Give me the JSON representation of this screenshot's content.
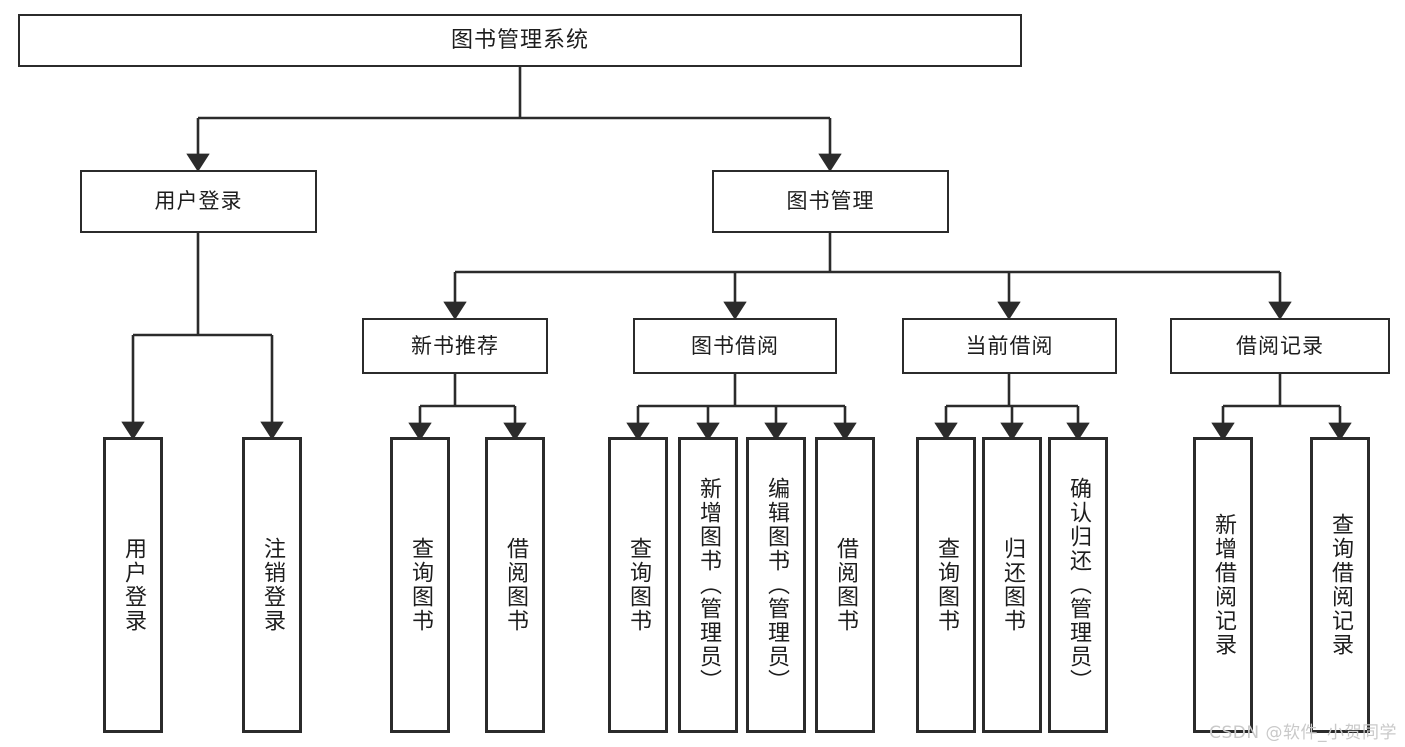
{
  "diagram": {
    "type": "tree",
    "title": "图书管理系统",
    "orientation": "top-down",
    "colors": {
      "box_border": "#2b2b2b",
      "box_fill": "#ffffff",
      "connector": "#2b2b2b",
      "text": "#1d1d1d",
      "watermark": "#c9c9c9"
    },
    "root": {
      "label": "图书管理系统"
    },
    "level2": [
      {
        "label": "用户登录"
      },
      {
        "label": "图书管理"
      }
    ],
    "level3": [
      {
        "label": "新书推荐"
      },
      {
        "label": "图书借阅"
      },
      {
        "label": "当前借阅"
      },
      {
        "label": "借阅记录"
      }
    ],
    "leaves": {
      "user_login": [
        {
          "label": "用户登录"
        },
        {
          "label": "注销登录"
        }
      ],
      "new_book": [
        {
          "label": "查询图书"
        },
        {
          "label": "借阅图书"
        }
      ],
      "book_borrow": [
        {
          "label": "查询图书"
        },
        {
          "label": "新增图书（管理员）"
        },
        {
          "label": "编辑图书（管理员）"
        },
        {
          "label": "借阅图书"
        }
      ],
      "current_borrow": [
        {
          "label": "查询图书"
        },
        {
          "label": "归还图书"
        },
        {
          "label": "确认归还（管理员）"
        }
      ],
      "borrow_record": [
        {
          "label": "新增借阅记录"
        },
        {
          "label": "查询借阅记录"
        }
      ]
    }
  },
  "watermark": {
    "text": "CSDN @软件_小贺同学"
  }
}
